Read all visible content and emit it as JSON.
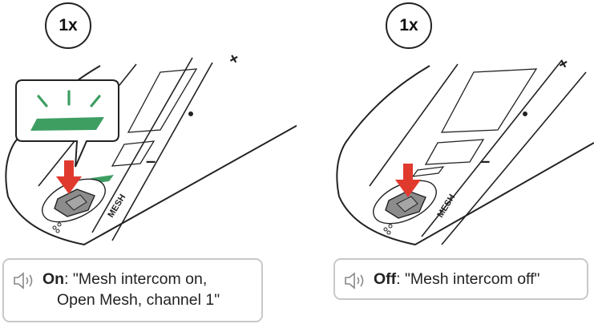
{
  "steps": [
    {
      "press_count": "1x",
      "device_label": "MESH",
      "led_color": "#3e9e62",
      "led_lit": true,
      "announcement": {
        "keyword": "On",
        "line1": ": \"Mesh intercom on,",
        "line2": "Open Mesh, channel 1\""
      }
    },
    {
      "press_count": "1x",
      "device_label": "MESH",
      "led_color": "#3e9e62",
      "led_lit": false,
      "announcement": {
        "keyword": "Off",
        "line1": ": \"Mesh intercom off\"",
        "line2": ""
      }
    }
  ],
  "colors": {
    "arrow": "#e03a2f",
    "button": "#8c8c8c",
    "caption_border": "#c8c8c8"
  },
  "icons": {
    "announcement": "speaker-sound-icon",
    "press": "press-arrow-icon"
  }
}
